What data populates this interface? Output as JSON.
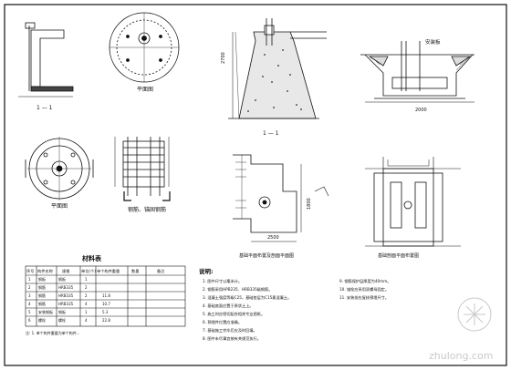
{
  "sections": {
    "section_1_1": "1 — 1",
    "plan_top": "平面图",
    "plan_bottom": "平面图",
    "rebar_detail": "钢筋、锚固钢筋",
    "section_elev": "1 — 1",
    "plan_mid": "基础平面布置及剖面平面图",
    "plan_right": "基础剖面平面布置图"
  },
  "labels": {
    "right_top": "安装板",
    "notes_title": "说明:"
  },
  "table": {
    "title": "材料表",
    "headers": [
      "序号",
      "构件名称",
      "规格",
      "单位(个)",
      "单个构件重量",
      "数量",
      "备注"
    ],
    "rows": [
      [
        "1",
        "钢板",
        "钢板",
        "1",
        "",
        "",
        ""
      ],
      [
        "2",
        "钢筋",
        "HRB335",
        "2",
        "",
        "",
        ""
      ],
      [
        "3",
        "钢筋",
        "HRB335",
        "2",
        "11.8",
        "",
        ""
      ],
      [
        "4",
        "钢筋",
        "HRB335",
        "4",
        "10.7",
        "",
        ""
      ],
      [
        "5",
        "安装钢板",
        "钢板",
        "1",
        "5.3",
        "",
        ""
      ],
      [
        "6",
        "螺栓",
        "螺栓",
        "4",
        "22.8",
        "",
        ""
      ]
    ],
    "footer": "注: 1. 单个构件重量为单个构件..."
  },
  "notes": {
    "lines": [
      "1. 图中尺寸以毫米计。",
      "2. 钢筋采用HPB235、HRB335级钢筋。",
      "3. 混凝土强度等级C25，基础垫层为C15素混凝土。",
      "4. 基础底面应置于原状土上。",
      "5. 施工时应密切配合相关专业图纸。",
      "6. 预埋件位置应准确。",
      "7. 基础施工完毕后应及时回填。",
      "8. 图中未尽事宜按有关规范执行。"
    ],
    "lines_right": [
      "9. 钢筋保护层厚度为40mm。",
      "10. 锚栓应采用双螺母固定。",
      "11. 安装前应复核预埋尺寸。"
    ]
  },
  "dims": {
    "d1": "2700",
    "d2": "2000",
    "d3": "1800",
    "d4": "2500"
  },
  "watermark": "zhulong.com",
  "colors": {
    "ink": "#111111",
    "paper": "#ffffff",
    "watermark": "#c9c9c9"
  }
}
